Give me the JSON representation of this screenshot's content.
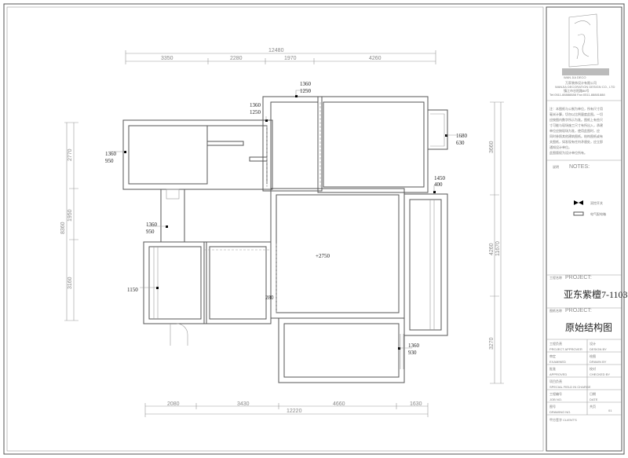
{
  "title_block": {
    "logo_text": "万家装饰",
    "logo_sub": "WAN JIA DECO",
    "company_name": "万家装饰设计有限公司",
    "company_en": "WANJIA DECORATION DESIGN CO., LTD",
    "address": "镇江市谷阳路86号",
    "phone": "Tel:0511-88888888  Fax:0511-88881888",
    "note_text": [
      "注：本图纸与公制为单位，所有尺寸用",
      "毫米计算，切勿以比例量度此图。一切",
      "应按图内数字所示为准。图纸上有些尺",
      "寸可能与现场施工尺寸有所出入，承建",
      "单位应按现场为准，使用此图时，应",
      "同时参照其他建筑图纸。结构图纸或有",
      "关图纸，如发现有任何矛盾处，应立即",
      "通知设计单位。",
      "此图版权为设计单位所有。"
    ],
    "notes_cn": "说明",
    "notes_en": "NOTES:",
    "legend": [
      {
        "label": "双控开关"
      },
      {
        "label": "电气配电箱"
      }
    ],
    "project_cn": "工程名称",
    "project_en": "PROJECT:",
    "project_name": "亚东紫檀7-1103",
    "drawing_cn": "图纸名称",
    "drawing_en": "PROJECT:",
    "drawing_name": "原始结构图",
    "fields": [
      {
        "cn": "工程负责",
        "en": "PROJECT APPROVER",
        "cn2": "设计",
        "en2": "DESIGN BY"
      },
      {
        "cn": "审定",
        "en": "EXAMINED",
        "cn2": "绘图",
        "en2": "DRAWN BY"
      },
      {
        "cn": "批准",
        "en": "APPROVED",
        "cn2": "校对",
        "en2": "CHECKED BY"
      },
      {
        "cn": "项目负责",
        "en": "SPECIAL FIELD IN CHARGE",
        "cn2": "",
        "en2": ""
      },
      {
        "cn": "工程编号",
        "en": "JOB NO.",
        "cn2": "日期",
        "en2": "DATE"
      },
      {
        "cn": "图号",
        "en": "DRAWING NO.",
        "cn2": "共页",
        "en2": "01"
      }
    ],
    "client": "甲方签字 CLIENT'S"
  },
  "dimensions": {
    "top_total": "12480",
    "top": [
      "3350",
      "2280",
      "1970",
      "4260"
    ],
    "bottom_total": "12220",
    "bottom": [
      "2080",
      "3430",
      "4660",
      "1630"
    ],
    "left_total": "8360",
    "left": [
      "2770",
      "1950",
      "3160"
    ],
    "right_total": "11670",
    "right": [
      "3660",
      "4260",
      "3270"
    ]
  },
  "annotations": {
    "win_top_mid": [
      "1360",
      "1250"
    ],
    "win_top_left2": [
      "1360",
      "1250"
    ],
    "win_left_bed": [
      "1360",
      "950"
    ],
    "win_left_mid": [
      "1360",
      "950"
    ],
    "win_left_bottom": "1150",
    "win_right_bay": [
      "1680",
      "630"
    ],
    "win_right_small": [
      "1450",
      "400"
    ],
    "win_right_bottom": [
      "1360",
      "930"
    ],
    "ceiling_height": "+2750",
    "beam": "280"
  }
}
